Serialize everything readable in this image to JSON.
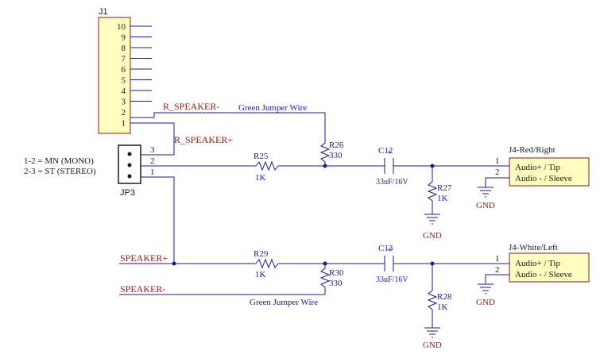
{
  "header": {
    "designator": "J1",
    "pins": [
      "10",
      "9",
      "8",
      "7",
      "6",
      "5",
      "4",
      "3",
      "2",
      "1"
    ]
  },
  "jumper": {
    "designator": "JP3",
    "pins": [
      "3",
      "2",
      "1"
    ],
    "note_line1": "1-2 = MN (MONO)",
    "note_line2": "2-3 = ST (STEREO)"
  },
  "nets": {
    "r_speaker_neg": "R_SPEAKER-",
    "r_speaker_pos": "R_SPEAKER+",
    "speaker_pos": "SPEAKER+",
    "speaker_neg": "SPEAKER-",
    "green_wire_top": "Green Jumper Wire",
    "green_wire_bottom": "Green Jumper Wire"
  },
  "right_channel": {
    "r_series": {
      "designator": "R25",
      "value": "1K"
    },
    "r_shunt": {
      "designator": "R26",
      "value": "330"
    },
    "cap": {
      "designator": "C12",
      "value": "33uF/16V"
    },
    "r_gnd": {
      "designator": "R27",
      "value": "1K"
    },
    "gnd_label_a": "GND",
    "gnd_label_b": "GND",
    "jack": {
      "designator": "J4-Red/Right",
      "line1": "Audio+ / Tip",
      "line2": "Audio - / Sleeve",
      "pin1": "1",
      "pin2": "2"
    }
  },
  "left_channel": {
    "r_series": {
      "designator": "R29",
      "value": "1K"
    },
    "r_shunt": {
      "designator": "R30",
      "value": "330"
    },
    "cap": {
      "designator": "C13",
      "value": "33uF/16V"
    },
    "r_gnd": {
      "designator": "R28",
      "value": "1K"
    },
    "gnd_label_a": "GND",
    "gnd_label_b": "GND",
    "jack": {
      "designator": "J4-White/Left",
      "line1": "Audio+ / Tip",
      "line2": "Audio - / Sleeve",
      "pin1": "1",
      "pin2": "2"
    }
  },
  "colors": {
    "wire": "#1a1a8c",
    "net_label": "#8b1a1a",
    "component_fill": "#fffcc0"
  }
}
